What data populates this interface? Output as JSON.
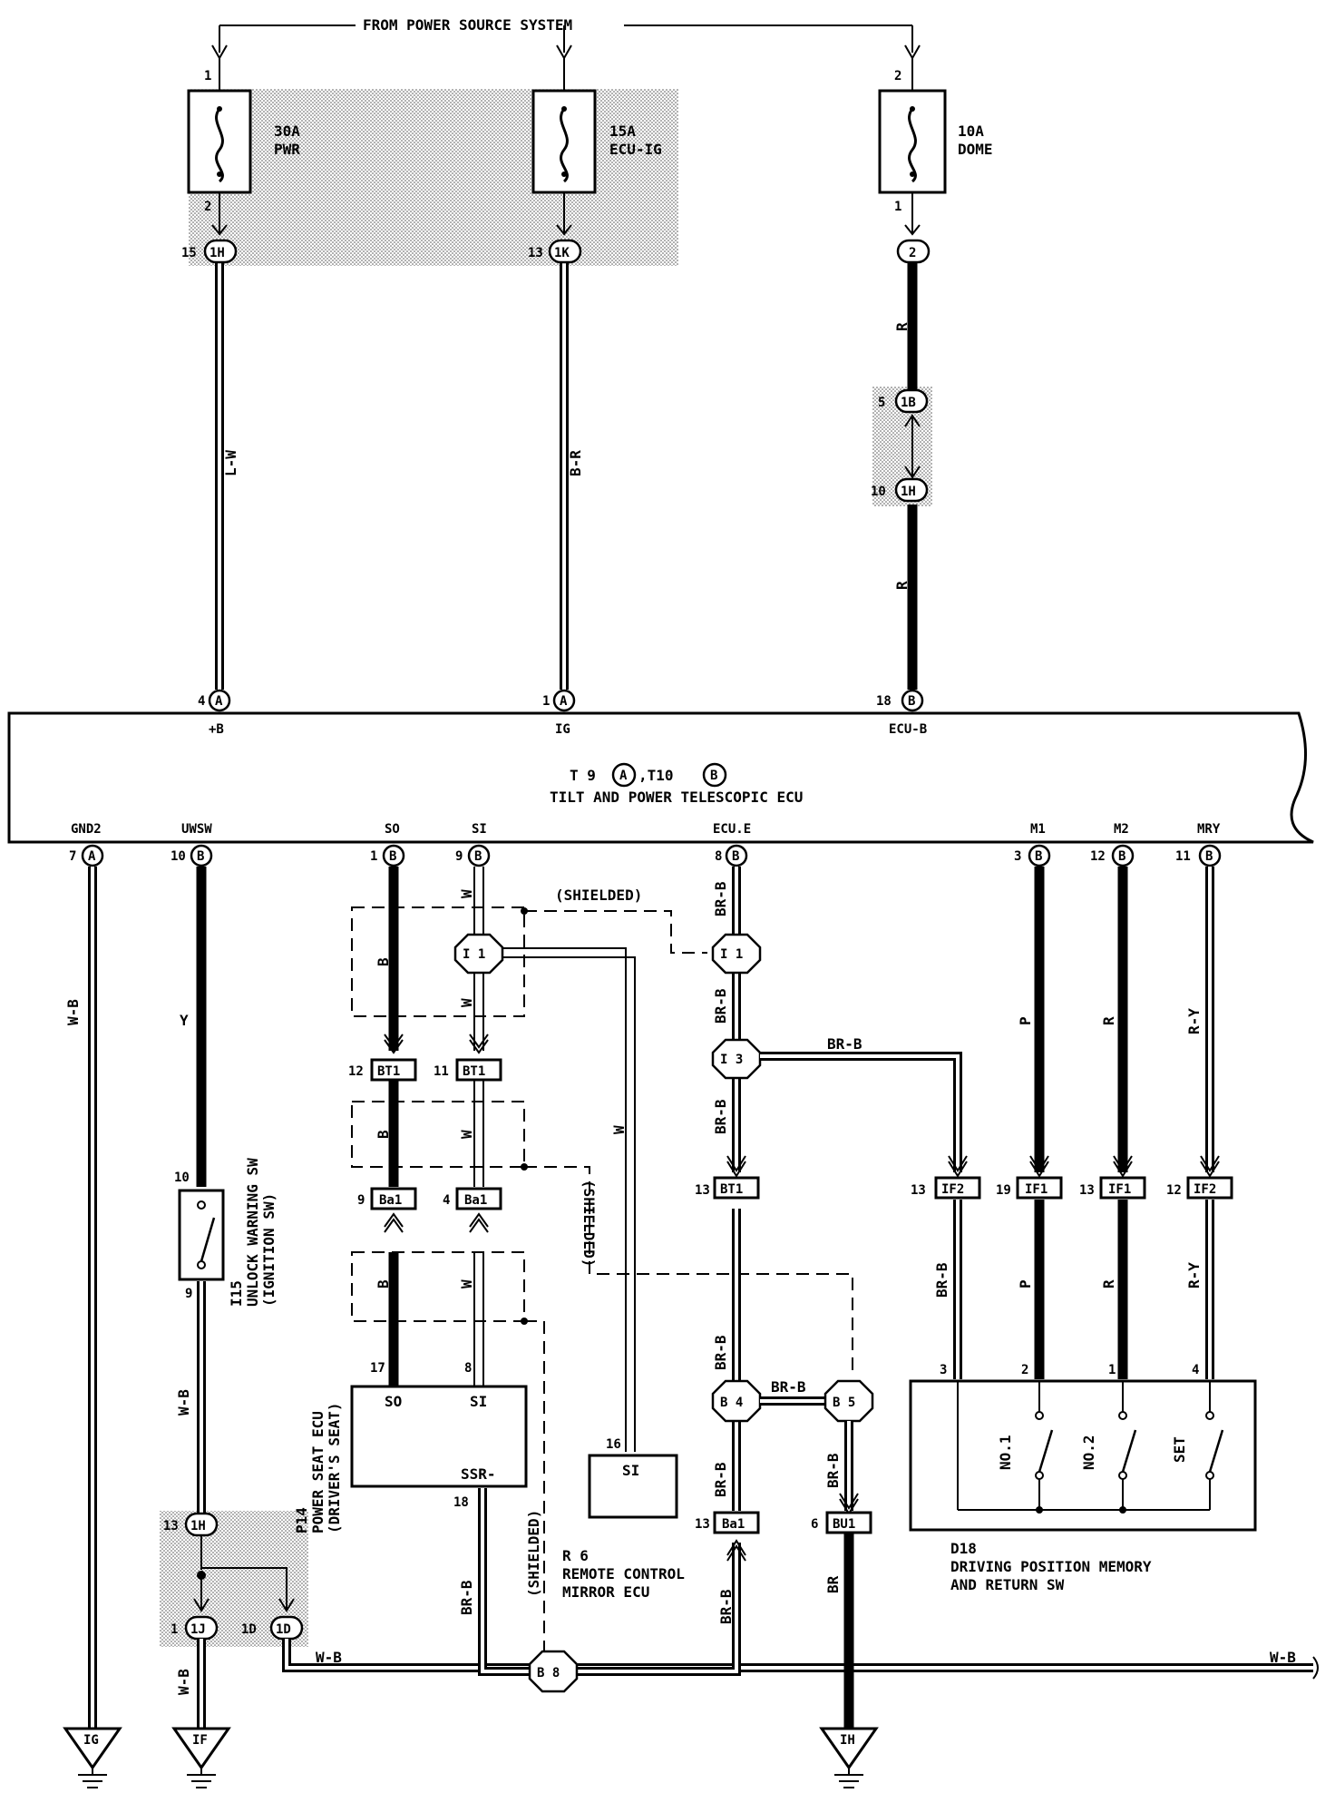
{
  "power_source": "FROM POWER SOURCE SYSTEM",
  "fuses": [
    {
      "amp": "30A",
      "name": "PWR",
      "pin_top": "1",
      "pin_bottom": "2"
    },
    {
      "amp": "15A",
      "name": "ECU-IG",
      "pin_top": "",
      "pin_bottom": ""
    },
    {
      "amp": "10A",
      "name": "DOME",
      "pin_top": "2",
      "pin_bottom": "1"
    }
  ],
  "connectors": {
    "c1h_top": {
      "pin": "15",
      "id": "1H"
    },
    "c1k": {
      "pin": "13",
      "id": "1K"
    },
    "c2": {
      "id": "2"
    },
    "c1b": {
      "pin": "5",
      "id": "1B"
    },
    "c1h_mid": {
      "pin": "10",
      "id": "1H"
    },
    "bt1_a": {
      "pin": "12",
      "id": "BT1"
    },
    "bt1_b": {
      "pin": "11",
      "id": "BT1"
    },
    "bt1_c": {
      "pin": "13",
      "id": "BT1"
    },
    "ba1_a": {
      "pin": "9",
      "id": "Ba1"
    },
    "ba1_b": {
      "pin": "4",
      "id": "Ba1"
    },
    "ba1_c": {
      "pin": "13",
      "id": "Ba1"
    },
    "if2_a": {
      "pin": "13",
      "id": "IF2"
    },
    "if1_a": {
      "pin": "19",
      "id": "IF1"
    },
    "if1_b": {
      "pin": "13",
      "id": "IF1"
    },
    "if2_b": {
      "pin": "12",
      "id": "IF2"
    },
    "bu1": {
      "pin": "6",
      "id": "BU1"
    },
    "c1h_low": {
      "pin": "13",
      "id": "1H"
    },
    "c1j": {
      "pin": "1",
      "id": "1J"
    },
    "c1d": {
      "pin": "1D",
      "id": "1D"
    }
  },
  "wire_colors": {
    "lw": "L-W",
    "br": "B-R",
    "r": "R",
    "wb": "W-B",
    "y": "Y",
    "b": "B",
    "w": "W",
    "brb": "BR-B",
    "p": "P",
    "ry": "R-Y",
    "brr": "BR"
  },
  "ecu": {
    "title_line1_a": "T 9",
    "title_line1_b": ",T10",
    "title_line1_c_a": "A",
    "title_line1_c_b": "B",
    "title_line2": "TILT AND POWER TELESCOPIC ECU",
    "top_pins": [
      {
        "num": "4",
        "conn": "A",
        "name": "+B"
      },
      {
        "num": "1",
        "conn": "A",
        "name": "IG"
      },
      {
        "num": "18",
        "conn": "B",
        "name": "ECU-B"
      }
    ],
    "bottom_pins": [
      {
        "num": "7",
        "conn": "A",
        "name": "GND2"
      },
      {
        "num": "10",
        "conn": "B",
        "name": "UWSW"
      },
      {
        "num": "1",
        "conn": "B",
        "name": "SO"
      },
      {
        "num": "9",
        "conn": "B",
        "name": "SI"
      },
      {
        "num": "8",
        "conn": "B",
        "name": "ECU.E"
      },
      {
        "num": "3",
        "conn": "B",
        "name": "M1"
      },
      {
        "num": "12",
        "conn": "B",
        "name": "M2"
      },
      {
        "num": "11",
        "conn": "B",
        "name": "MRY"
      }
    ]
  },
  "shielded": "(SHIELDED)",
  "junctions": {
    "i1": "I 1",
    "i3": "I 3",
    "b4": "B 4",
    "b5": "B 5",
    "b8": "B 8"
  },
  "unlock_sw": {
    "pin_top": "10",
    "pin_bottom": "9",
    "label1": "I15",
    "label2": "UNLOCK WARNING SW",
    "label3": "(IGNITION SW)"
  },
  "power_seat": {
    "label1": "P14",
    "label2": "POWER SEAT ECU",
    "label3": "(DRIVER'S SEAT)",
    "pin_so": "17",
    "pin_si": "8",
    "pin_ssr": "18",
    "so": "SO",
    "si": "SI",
    "ssr": "SSR-"
  },
  "mirror_ecu": {
    "pin": "16",
    "term": "SI",
    "label1": "R 6",
    "label2": "REMOTE CONTROL",
    "label3": "MIRROR ECU"
  },
  "memory_sw": {
    "pins": [
      "3",
      "2",
      "1",
      "4"
    ],
    "switches": [
      "NO.1",
      "NO.2",
      "SET"
    ],
    "label1": "D18",
    "label2": "DRIVING POSITION MEMORY",
    "label3": "AND RETURN SW"
  },
  "grounds": [
    "IG",
    "IF",
    "IH"
  ]
}
